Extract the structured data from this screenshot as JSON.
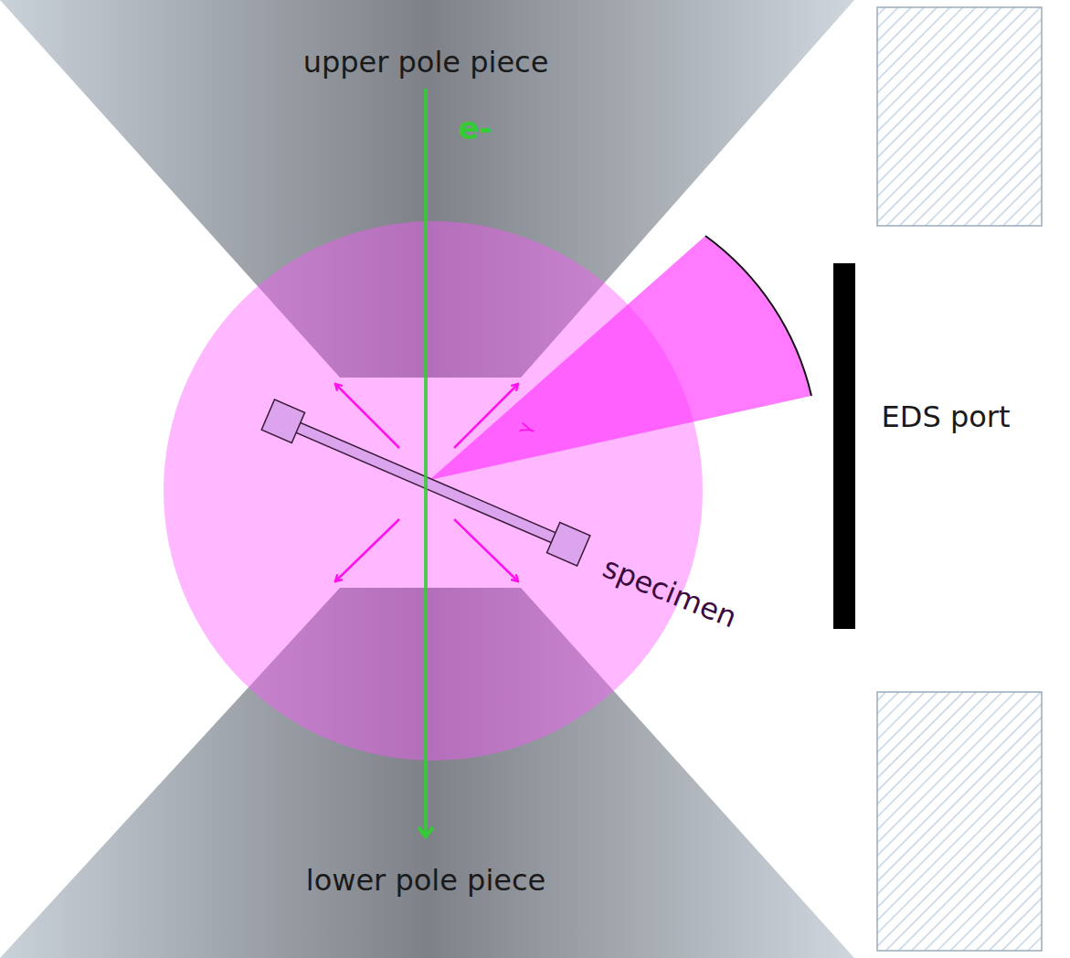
{
  "diagram": {
    "labels": [
      "upper pole piece",
      "e-",
      "γ",
      "specimen",
      "EDS port",
      "lower pole piece"
    ]
  }
}
